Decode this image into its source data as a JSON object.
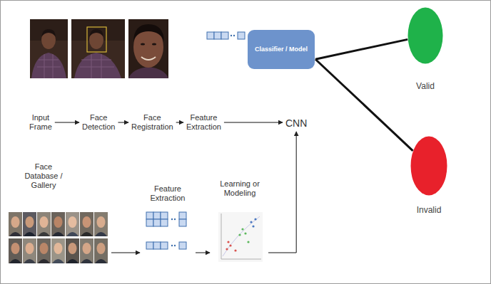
{
  "diagram": {
    "nodes": [
      {
        "text": [
          "Classifier / Model"
        ]
      },
      {
        "text": [
          "Valid"
        ]
      },
      {
        "text": [
          "Invalid"
        ]
      },
      {
        "text": [
          "Input Frame"
        ]
      },
      {
        "text": [
          "Face Detection"
        ]
      },
      {
        "text": [
          "Face Registration"
        ]
      },
      {
        "text": [
          "Feature Extraction"
        ]
      },
      {
        "text": [
          "CNN"
        ]
      },
      {
        "text": [
          "Face Database / Gallery"
        ]
      },
      {
        "text": [
          "Feature Extraction"
        ]
      },
      {
        "text": [
          "Learning or Modeling"
        ]
      }
    ],
    "edges": [
      {
        "from": 0,
        "to": 1,
        "arrow": "none"
      },
      {
        "from": 0,
        "to": 2,
        "arrow": "none"
      },
      {
        "from": 3,
        "to": 4,
        "arrow": "to"
      },
      {
        "from": 4,
        "to": 5,
        "arrow": "to"
      },
      {
        "from": 5,
        "to": 6,
        "arrow": "to"
      },
      {
        "from": 6,
        "to": 7,
        "arrow": "to"
      },
      {
        "from": 8,
        "to": 9,
        "arrow": "to"
      },
      {
        "from": 9,
        "to": 10,
        "arrow": "to"
      },
      {
        "from": 10,
        "to": 7,
        "arrow": "to"
      }
    ]
  }
}
